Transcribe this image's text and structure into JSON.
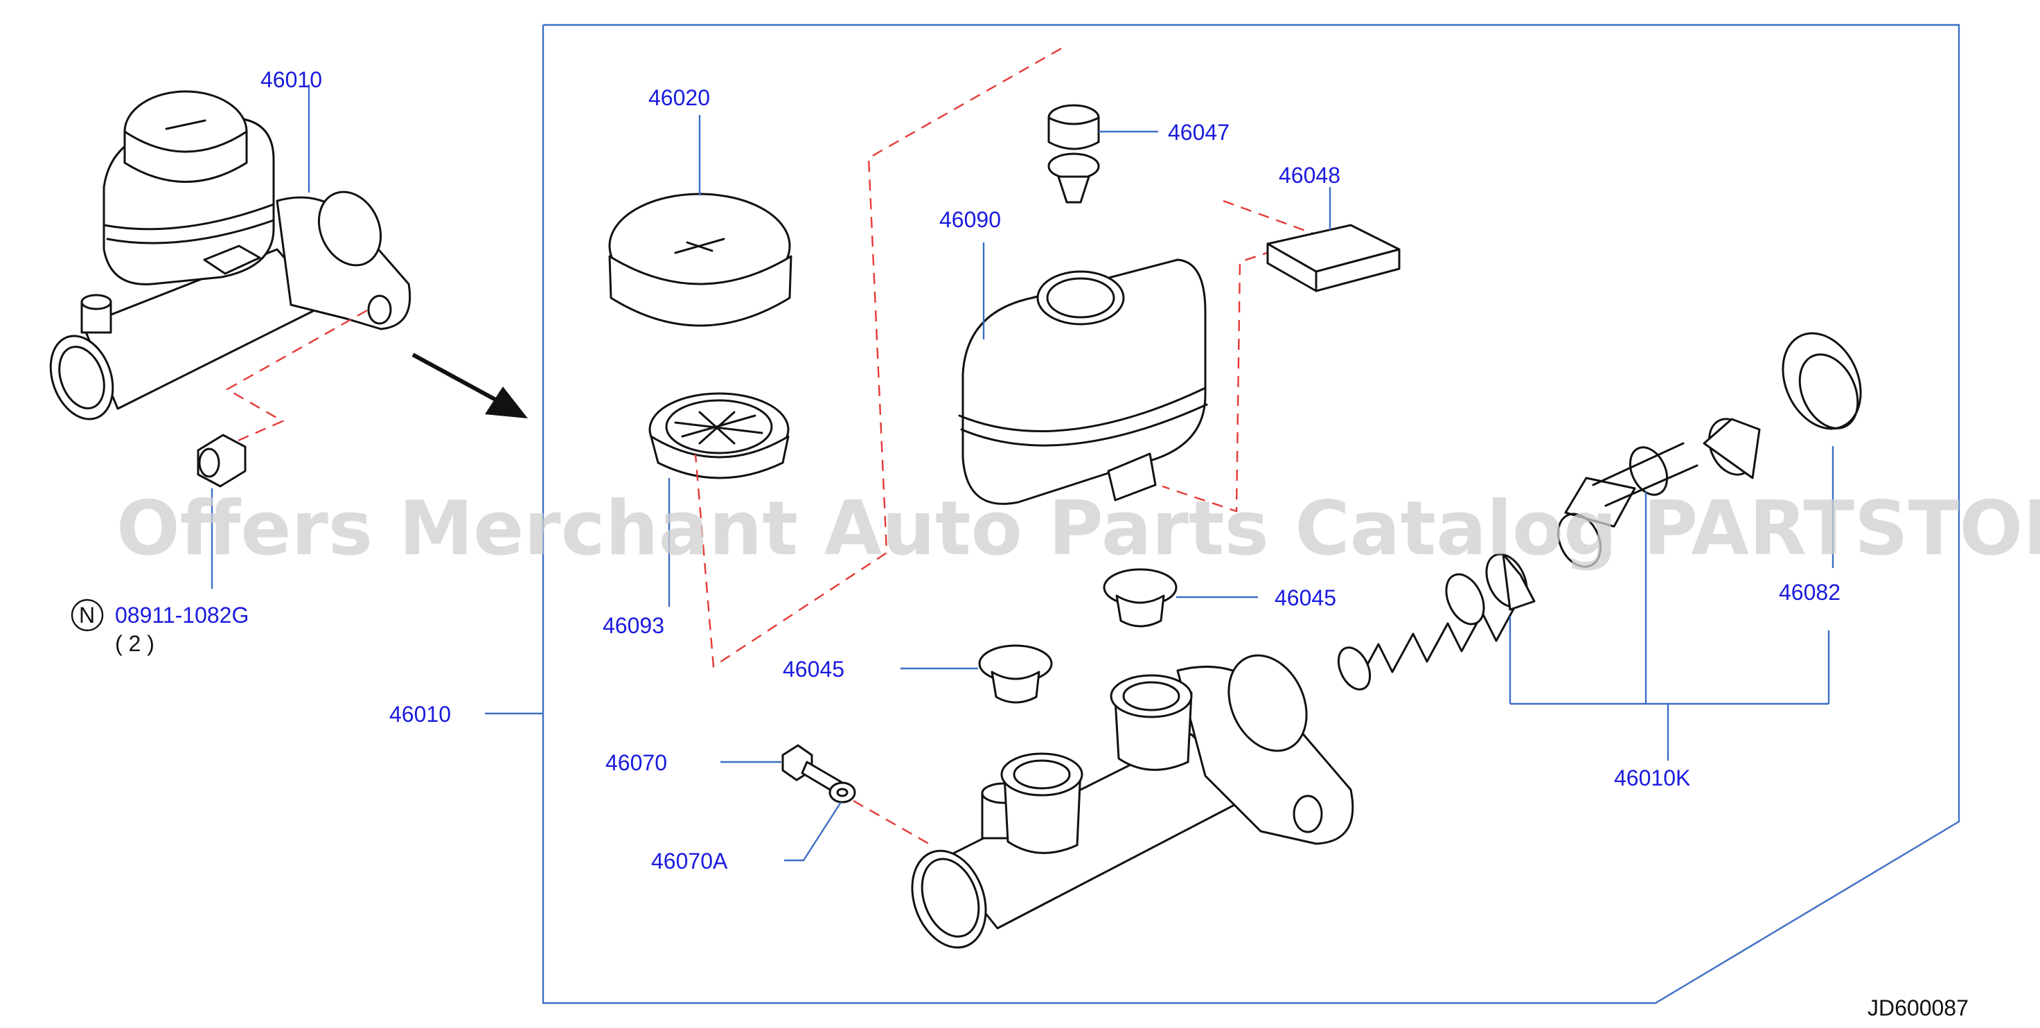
{
  "labels": {
    "top_left_assembly": "46010",
    "cap": "46020",
    "strainer": "46093",
    "reservoir": "46090",
    "cap_bolt": "46047",
    "connector": "46048",
    "grommet_upper": "46045",
    "grommet_lower": "46045",
    "seal_ring": "46082",
    "repair_kit": "46010K",
    "main_assembly": "46010",
    "bolt": "46070",
    "washer": "46070A",
    "nut_code": "N",
    "nut": "08911-1082G",
    "nut_qty": "( 2 )",
    "diagram_id": "JD600087"
  },
  "watermark": "Offers Merchant Auto Parts Catalog PARTSTORE.SA",
  "colors": {
    "label": "#1a1adf",
    "leader": "#3b6fc4",
    "dashed_link": "#e53935",
    "part_line": "#111111",
    "watermark": "#cfcfcf"
  }
}
